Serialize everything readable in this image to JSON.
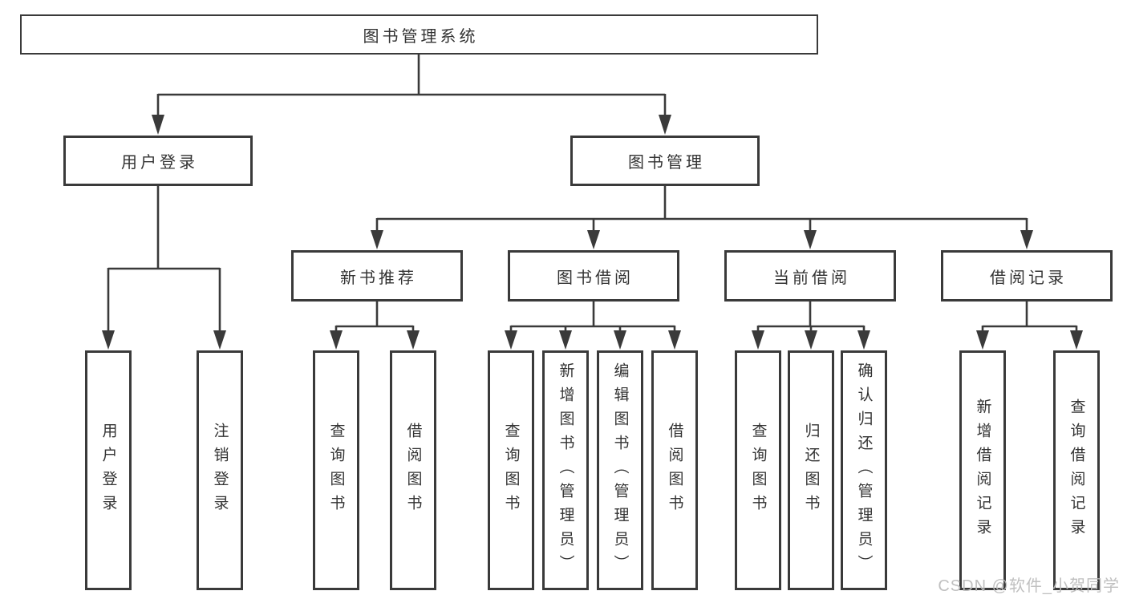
{
  "diagram": {
    "nodes": {
      "root": "图书管理系统",
      "user_login": "用户登录",
      "book_mgmt": "图书管理",
      "new_books": "新书推荐",
      "book_borrow": "图书借阅",
      "current_borrow": "当前借阅",
      "borrow_records": "借阅记录",
      "login": "用户登录",
      "logout": "注销登录",
      "nb_query": "查询图书",
      "nb_borrow": "借阅图书",
      "bb_query": "查询图书",
      "bb_add": "新增图书（管理员）",
      "bb_edit": "编辑图书（管理员）",
      "bb_borrow": "借阅图书",
      "cb_query": "查询图书",
      "cb_return": "归还图书",
      "cb_confirm": "确认归还（管理员）",
      "br_add": "新增借阅记录",
      "br_query": "查询借阅记录"
    },
    "colors": {
      "line": "#3a3a3a",
      "text": "#333333",
      "background": "#ffffff",
      "watermark": "#bdbdbd"
    }
  },
  "watermark": "CSDN @软件_小贺同学"
}
